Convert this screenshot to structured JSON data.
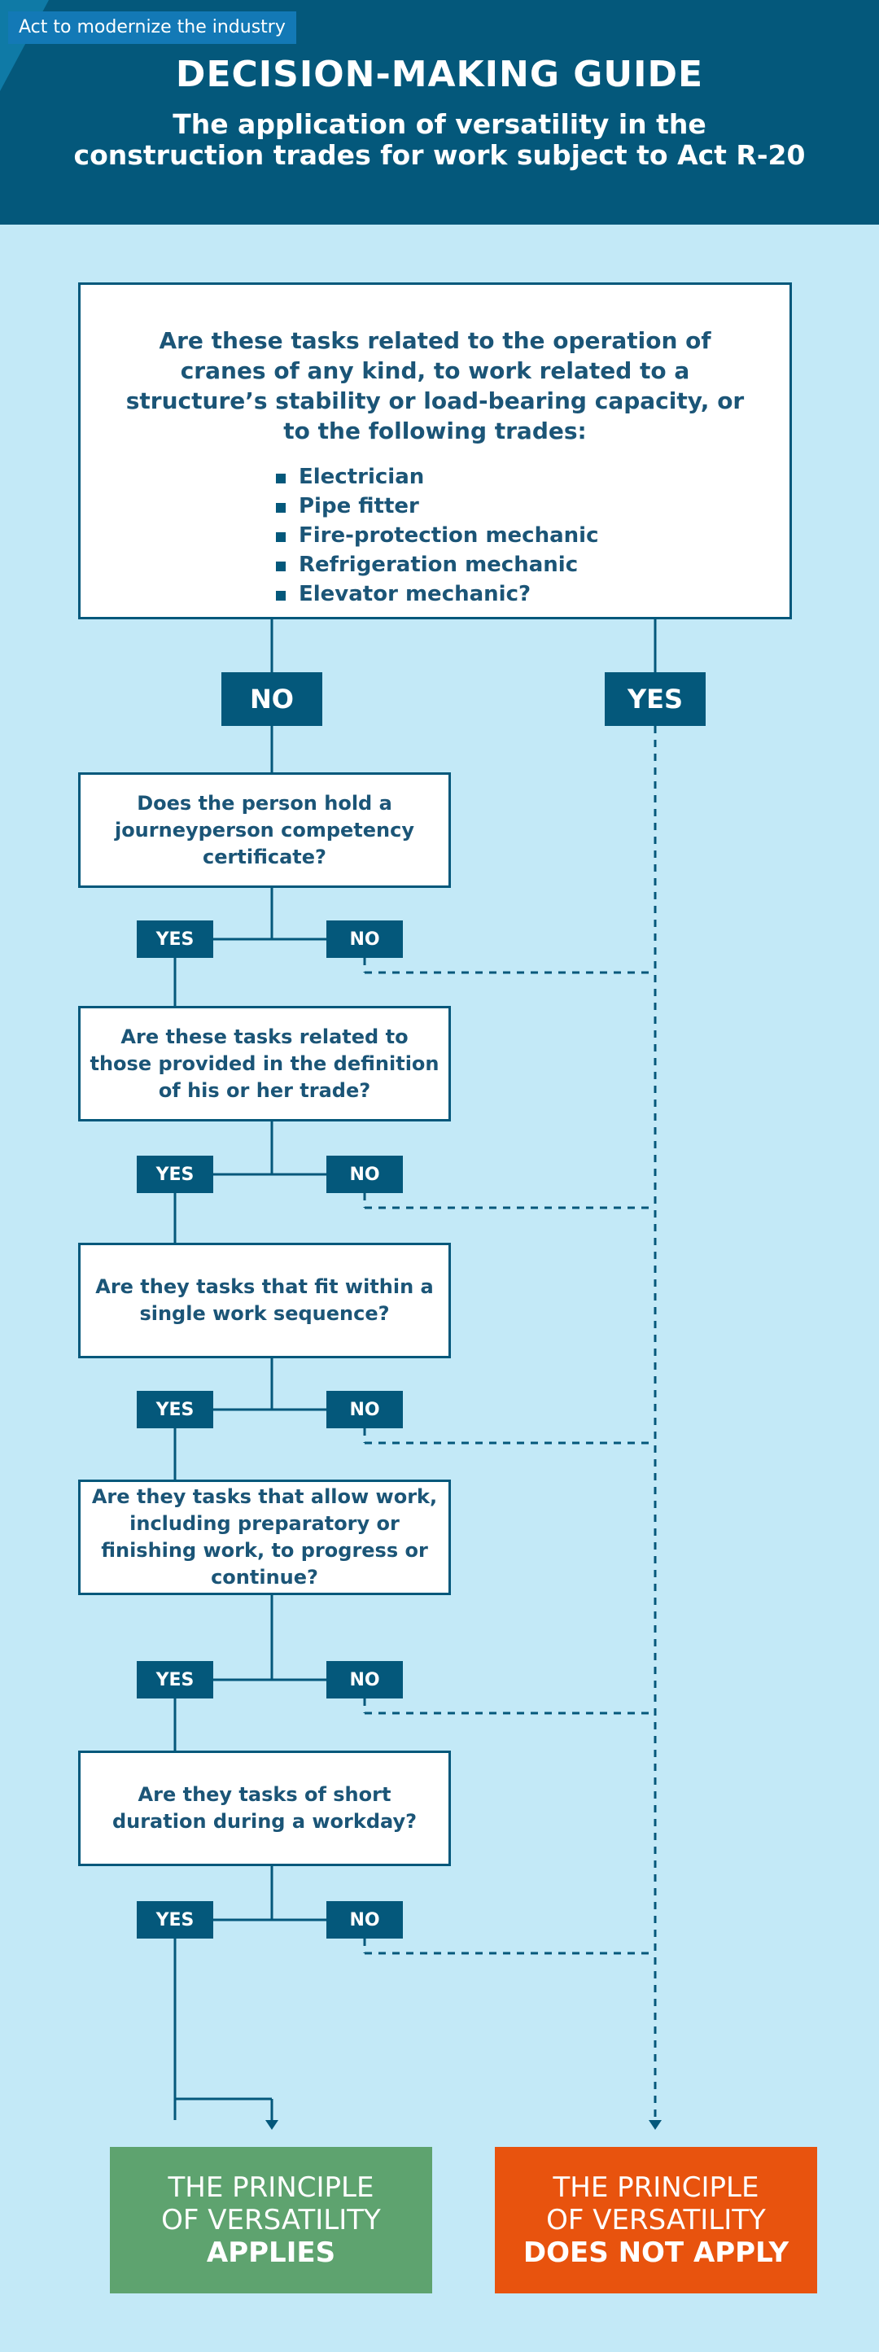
{
  "header": {
    "tag": "Act to modernize the industry",
    "title": "DECISION-MAKING GUIDE",
    "subtitle": "The application of versatility in the construction trades for work subject to Act R-20"
  },
  "main_question": {
    "text": "Are these tasks related to the operation of cranes of any kind, to work related to a structure’s stability or load-bearing capacity, or to the following trades:",
    "trades": [
      "Electrician",
      "Pipe fitter",
      "Fire-protection mechanic",
      "Refrigeration mechanic",
      "Elevator mechanic?"
    ]
  },
  "branch_labels": {
    "no": "NO",
    "yes": "YES"
  },
  "questions": [
    {
      "text": "Does the person hold a journeyperson competency certificate?",
      "yes": "YES",
      "no": "NO"
    },
    {
      "text": "Are these tasks related to those provided in the definition of his or her trade?",
      "yes": "YES",
      "no": "NO"
    },
    {
      "text": "Are they tasks that fit within a single work sequence?",
      "yes": "YES",
      "no": "NO"
    },
    {
      "text": "Are they tasks that allow work, including preparatory or finishing work, to progress or continue?",
      "yes": "YES",
      "no": "NO"
    },
    {
      "text": "Are they tasks of short duration during a workday?",
      "yes": "YES",
      "no": "NO"
    }
  ],
  "results": {
    "applies": {
      "line1": "THE PRINCIPLE",
      "line2": "OF VERSATILITY",
      "line3": "APPLIES"
    },
    "does_not_apply": {
      "line1": "THE PRINCIPLE",
      "line2": "OF VERSATILITY",
      "line3": "DOES NOT APPLY"
    }
  },
  "colors": {
    "background": "#c3e9f7",
    "header": "#04587b",
    "applies": "#5ea36f",
    "does_not_apply": "#e8530e"
  }
}
